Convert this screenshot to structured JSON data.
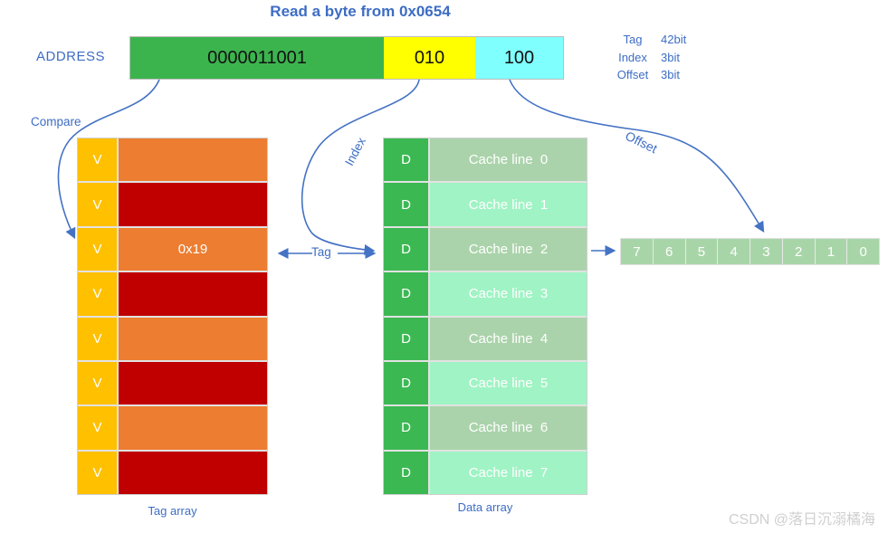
{
  "title": "Read a byte from 0x0654",
  "address": {
    "label": "ADDRESS",
    "segments": [
      {
        "name": "tag",
        "value": "0000011001",
        "color": "#3CB44E"
      },
      {
        "name": "index",
        "value": "010",
        "color": "#FFFF00"
      },
      {
        "name": "offset",
        "value": "100",
        "color": "#80FFFF"
      }
    ]
  },
  "field_legend": {
    "rows": [
      {
        "label": "Tag",
        "value": "42bit"
      },
      {
        "label": "Index",
        "value": "3bit"
      },
      {
        "label": "Offset",
        "value": "3bit"
      }
    ]
  },
  "arrow_labels": {
    "compare": "Compare",
    "index": "Index",
    "tag": "Tag",
    "offset": "Offset"
  },
  "tag_array": {
    "caption": "Tag array",
    "valid_flag": "V",
    "rows": [
      {
        "value": ""
      },
      {
        "value": ""
      },
      {
        "value": "0x19"
      },
      {
        "value": ""
      },
      {
        "value": ""
      },
      {
        "value": ""
      },
      {
        "value": ""
      },
      {
        "value": ""
      }
    ]
  },
  "data_array": {
    "caption": "Data array",
    "dirty_flag": "D",
    "rows": [
      {
        "label": "Cache line  0"
      },
      {
        "label": "Cache line  1"
      },
      {
        "label": "Cache line  2"
      },
      {
        "label": "Cache line  3"
      },
      {
        "label": "Cache line  4"
      },
      {
        "label": "Cache line  5"
      },
      {
        "label": "Cache line  6"
      },
      {
        "label": "Cache line  7"
      }
    ]
  },
  "byte_row": {
    "cells": [
      "7",
      "6",
      "5",
      "4",
      "3",
      "2",
      "1",
      "0"
    ]
  },
  "watermark": "CSDN @落日沉溺橘海",
  "colors": {
    "accent_blue": "#4472C4",
    "tag_green": "#3CB44E",
    "index_yellow": "#FFFF00",
    "offset_cyan": "#80FFFF",
    "valid_gold": "#FFC000",
    "tag_row_orange": "#ED7D31",
    "tag_row_red": "#C00000",
    "dirty_green": "#3CB853",
    "line_green_muted": "#ABD3AB",
    "line_green_mint": "#A0F3C4",
    "byte_cell_green": "#A8D5A8"
  }
}
